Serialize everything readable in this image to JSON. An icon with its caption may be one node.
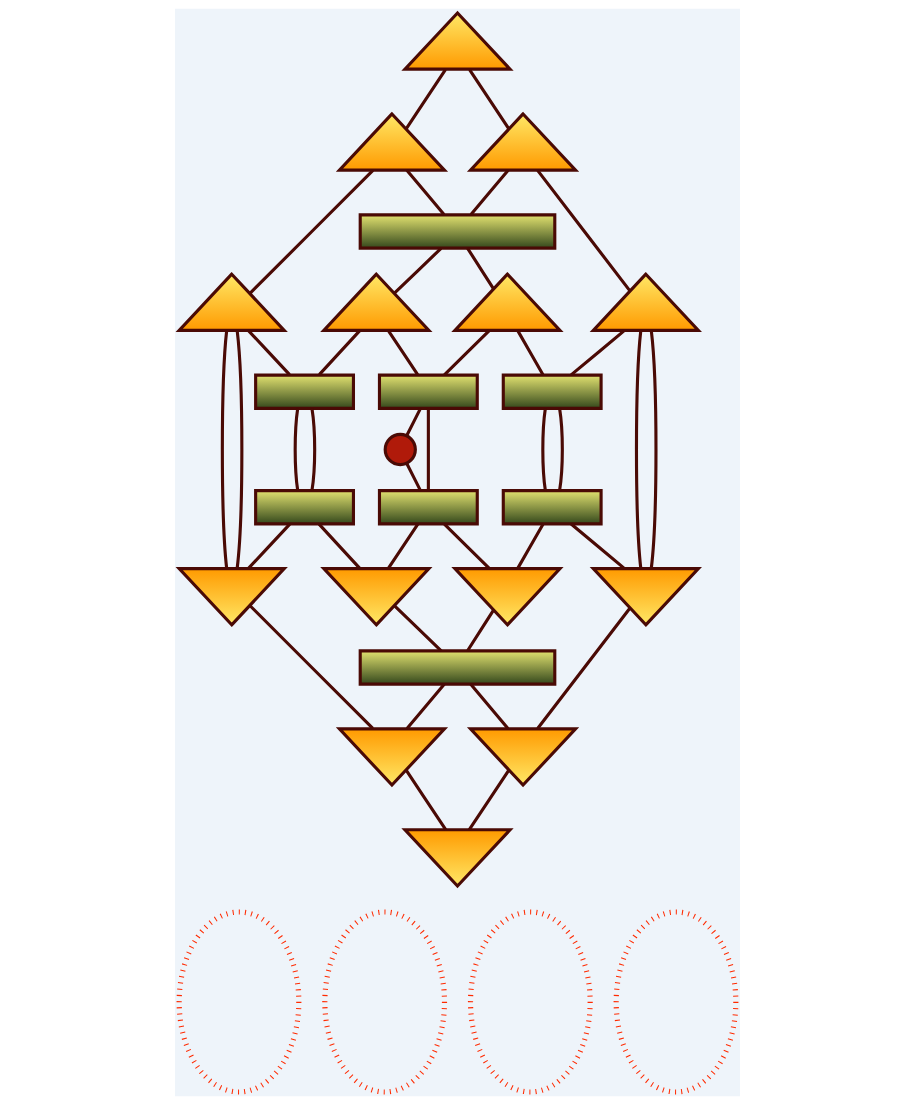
{
  "diagram": {
    "nodes": [
      {
        "text": [],
        "shape": "triangle"
      },
      {
        "text": [],
        "shape": "triangle"
      },
      {
        "text": [],
        "shape": "triangle"
      },
      {
        "text": [],
        "shape": "bar"
      },
      {
        "text": [],
        "shape": "triangle"
      },
      {
        "text": [],
        "shape": "triangle"
      },
      {
        "text": [],
        "shape": "triangle"
      },
      {
        "text": [],
        "shape": "triangle"
      },
      {
        "text": [],
        "shape": "bar"
      },
      {
        "text": [],
        "shape": "bar"
      },
      {
        "text": [],
        "shape": "bar"
      },
      {
        "text": [],
        "shape": "circle"
      },
      {
        "text": [],
        "shape": "bar"
      },
      {
        "text": [],
        "shape": "bar"
      },
      {
        "text": [],
        "shape": "bar"
      },
      {
        "text": [],
        "shape": "triangle"
      },
      {
        "text": [],
        "shape": "triangle"
      },
      {
        "text": [],
        "shape": "triangle"
      },
      {
        "text": [],
        "shape": "triangle"
      },
      {
        "text": [],
        "shape": "bar"
      },
      {
        "text": [],
        "shape": "triangle"
      },
      {
        "text": [],
        "shape": "triangle"
      },
      {
        "text": [],
        "shape": "triangle"
      },
      {
        "text": [],
        "shape": "ellipse"
      },
      {
        "text": [],
        "shape": "ellipse"
      },
      {
        "text": [],
        "shape": "ellipse"
      },
      {
        "text": [],
        "shape": "ellipse"
      }
    ],
    "edges": [
      {
        "from": 0,
        "to": 1,
        "arrow": "none"
      },
      {
        "from": 0,
        "to": 2,
        "arrow": "none"
      },
      {
        "from": 1,
        "to": 4,
        "arrow": "none"
      },
      {
        "from": 1,
        "to": 3,
        "arrow": "none"
      },
      {
        "from": 2,
        "to": 3,
        "arrow": "none"
      },
      {
        "from": 2,
        "to": 7,
        "arrow": "none"
      },
      {
        "from": 3,
        "to": 5,
        "arrow": "none"
      },
      {
        "from": 3,
        "to": 6,
        "arrow": "none"
      },
      {
        "from": 4,
        "to": 15,
        "arrow": "none"
      },
      {
        "from": 4,
        "to": 15,
        "arrow": "none"
      },
      {
        "from": 4,
        "to": 8,
        "arrow": "none"
      },
      {
        "from": 8,
        "to": 12,
        "arrow": "none"
      },
      {
        "from": 12,
        "to": 15,
        "arrow": "none"
      },
      {
        "from": 5,
        "to": 8,
        "arrow": "none"
      },
      {
        "from": 8,
        "to": 12,
        "arrow": "none"
      },
      {
        "from": 12,
        "to": 16,
        "arrow": "none"
      },
      {
        "from": 5,
        "to": 9,
        "arrow": "none"
      },
      {
        "from": 9,
        "to": 11,
        "arrow": "none"
      },
      {
        "from": 11,
        "to": 13,
        "arrow": "none"
      },
      {
        "from": 13,
        "to": 16,
        "arrow": "none"
      },
      {
        "from": 6,
        "to": 9,
        "arrow": "none"
      },
      {
        "from": 9,
        "to": 13,
        "arrow": "none"
      },
      {
        "from": 13,
        "to": 17,
        "arrow": "none"
      },
      {
        "from": 6,
        "to": 10,
        "arrow": "none"
      },
      {
        "from": 10,
        "to": 14,
        "arrow": "none"
      },
      {
        "from": 14,
        "to": 17,
        "arrow": "none"
      },
      {
        "from": 7,
        "to": 10,
        "arrow": "none"
      },
      {
        "from": 10,
        "to": 14,
        "arrow": "none"
      },
      {
        "from": 14,
        "to": 18,
        "arrow": "none"
      },
      {
        "from": 7,
        "to": 18,
        "arrow": "none"
      },
      {
        "from": 7,
        "to": 18,
        "arrow": "none"
      },
      {
        "from": 16,
        "to": 19,
        "arrow": "none"
      },
      {
        "from": 17,
        "to": 19,
        "arrow": "none"
      },
      {
        "from": 15,
        "to": 20,
        "arrow": "none"
      },
      {
        "from": 19,
        "to": 20,
        "arrow": "none"
      },
      {
        "from": 19,
        "to": 21,
        "arrow": "none"
      },
      {
        "from": 18,
        "to": 21,
        "arrow": "none"
      },
      {
        "from": 20,
        "to": 22,
        "arrow": "none"
      },
      {
        "from": 21,
        "to": 22,
        "arrow": "none"
      }
    ]
  }
}
